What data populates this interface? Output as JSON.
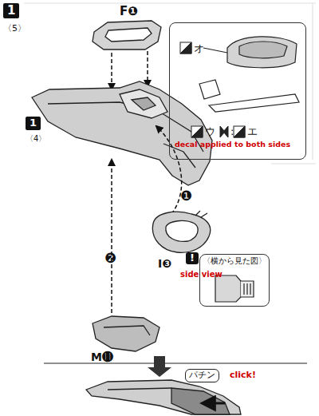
{
  "diagram": {
    "nodes": [
      {
        "text": [
          "1",
          "〈5〉"
        ]
      },
      {
        "text": [
          "1",
          "〈4〉"
        ]
      },
      {
        "text": [
          "オ",
          "ウ",
          ":",
          "エ",
          "decal applied to both sides"
        ]
      },
      {
        "text": [
          "〈横から見た図〉"
        ]
      }
    ],
    "labels": [
      "F❶",
      "❶",
      "I❸",
      "!",
      "side view",
      "❷",
      "M⓫",
      "パチン",
      "click!"
    ]
  }
}
